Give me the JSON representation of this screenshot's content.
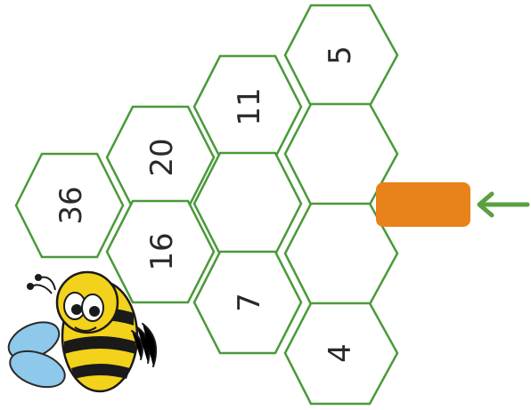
{
  "puzzle": {
    "cells": [
      {
        "id": "cell-36",
        "value": "36"
      },
      {
        "id": "cell-20",
        "value": "20"
      },
      {
        "id": "cell-16",
        "value": "16"
      },
      {
        "id": "cell-11",
        "value": "11"
      },
      {
        "id": "cell-blank-1",
        "value": ""
      },
      {
        "id": "cell-7",
        "value": "7"
      },
      {
        "id": "cell-5",
        "value": "5"
      },
      {
        "id": "cell-blank-2",
        "value": ""
      },
      {
        "id": "cell-blank-3",
        "value": ""
      },
      {
        "id": "cell-4",
        "value": "4"
      }
    ],
    "colors": {
      "hex_stroke": "#4a9a3a",
      "answer_box": "#e8821a",
      "arrow": "#5aa040",
      "bee_yellow": "#f2d21a",
      "bee_black": "#1a1a1a",
      "wing_blue": "#8ec8ea"
    },
    "icons": {
      "bee": "bee-illustration",
      "arrow": "arrow-left-icon",
      "answer": "answer-box"
    }
  }
}
